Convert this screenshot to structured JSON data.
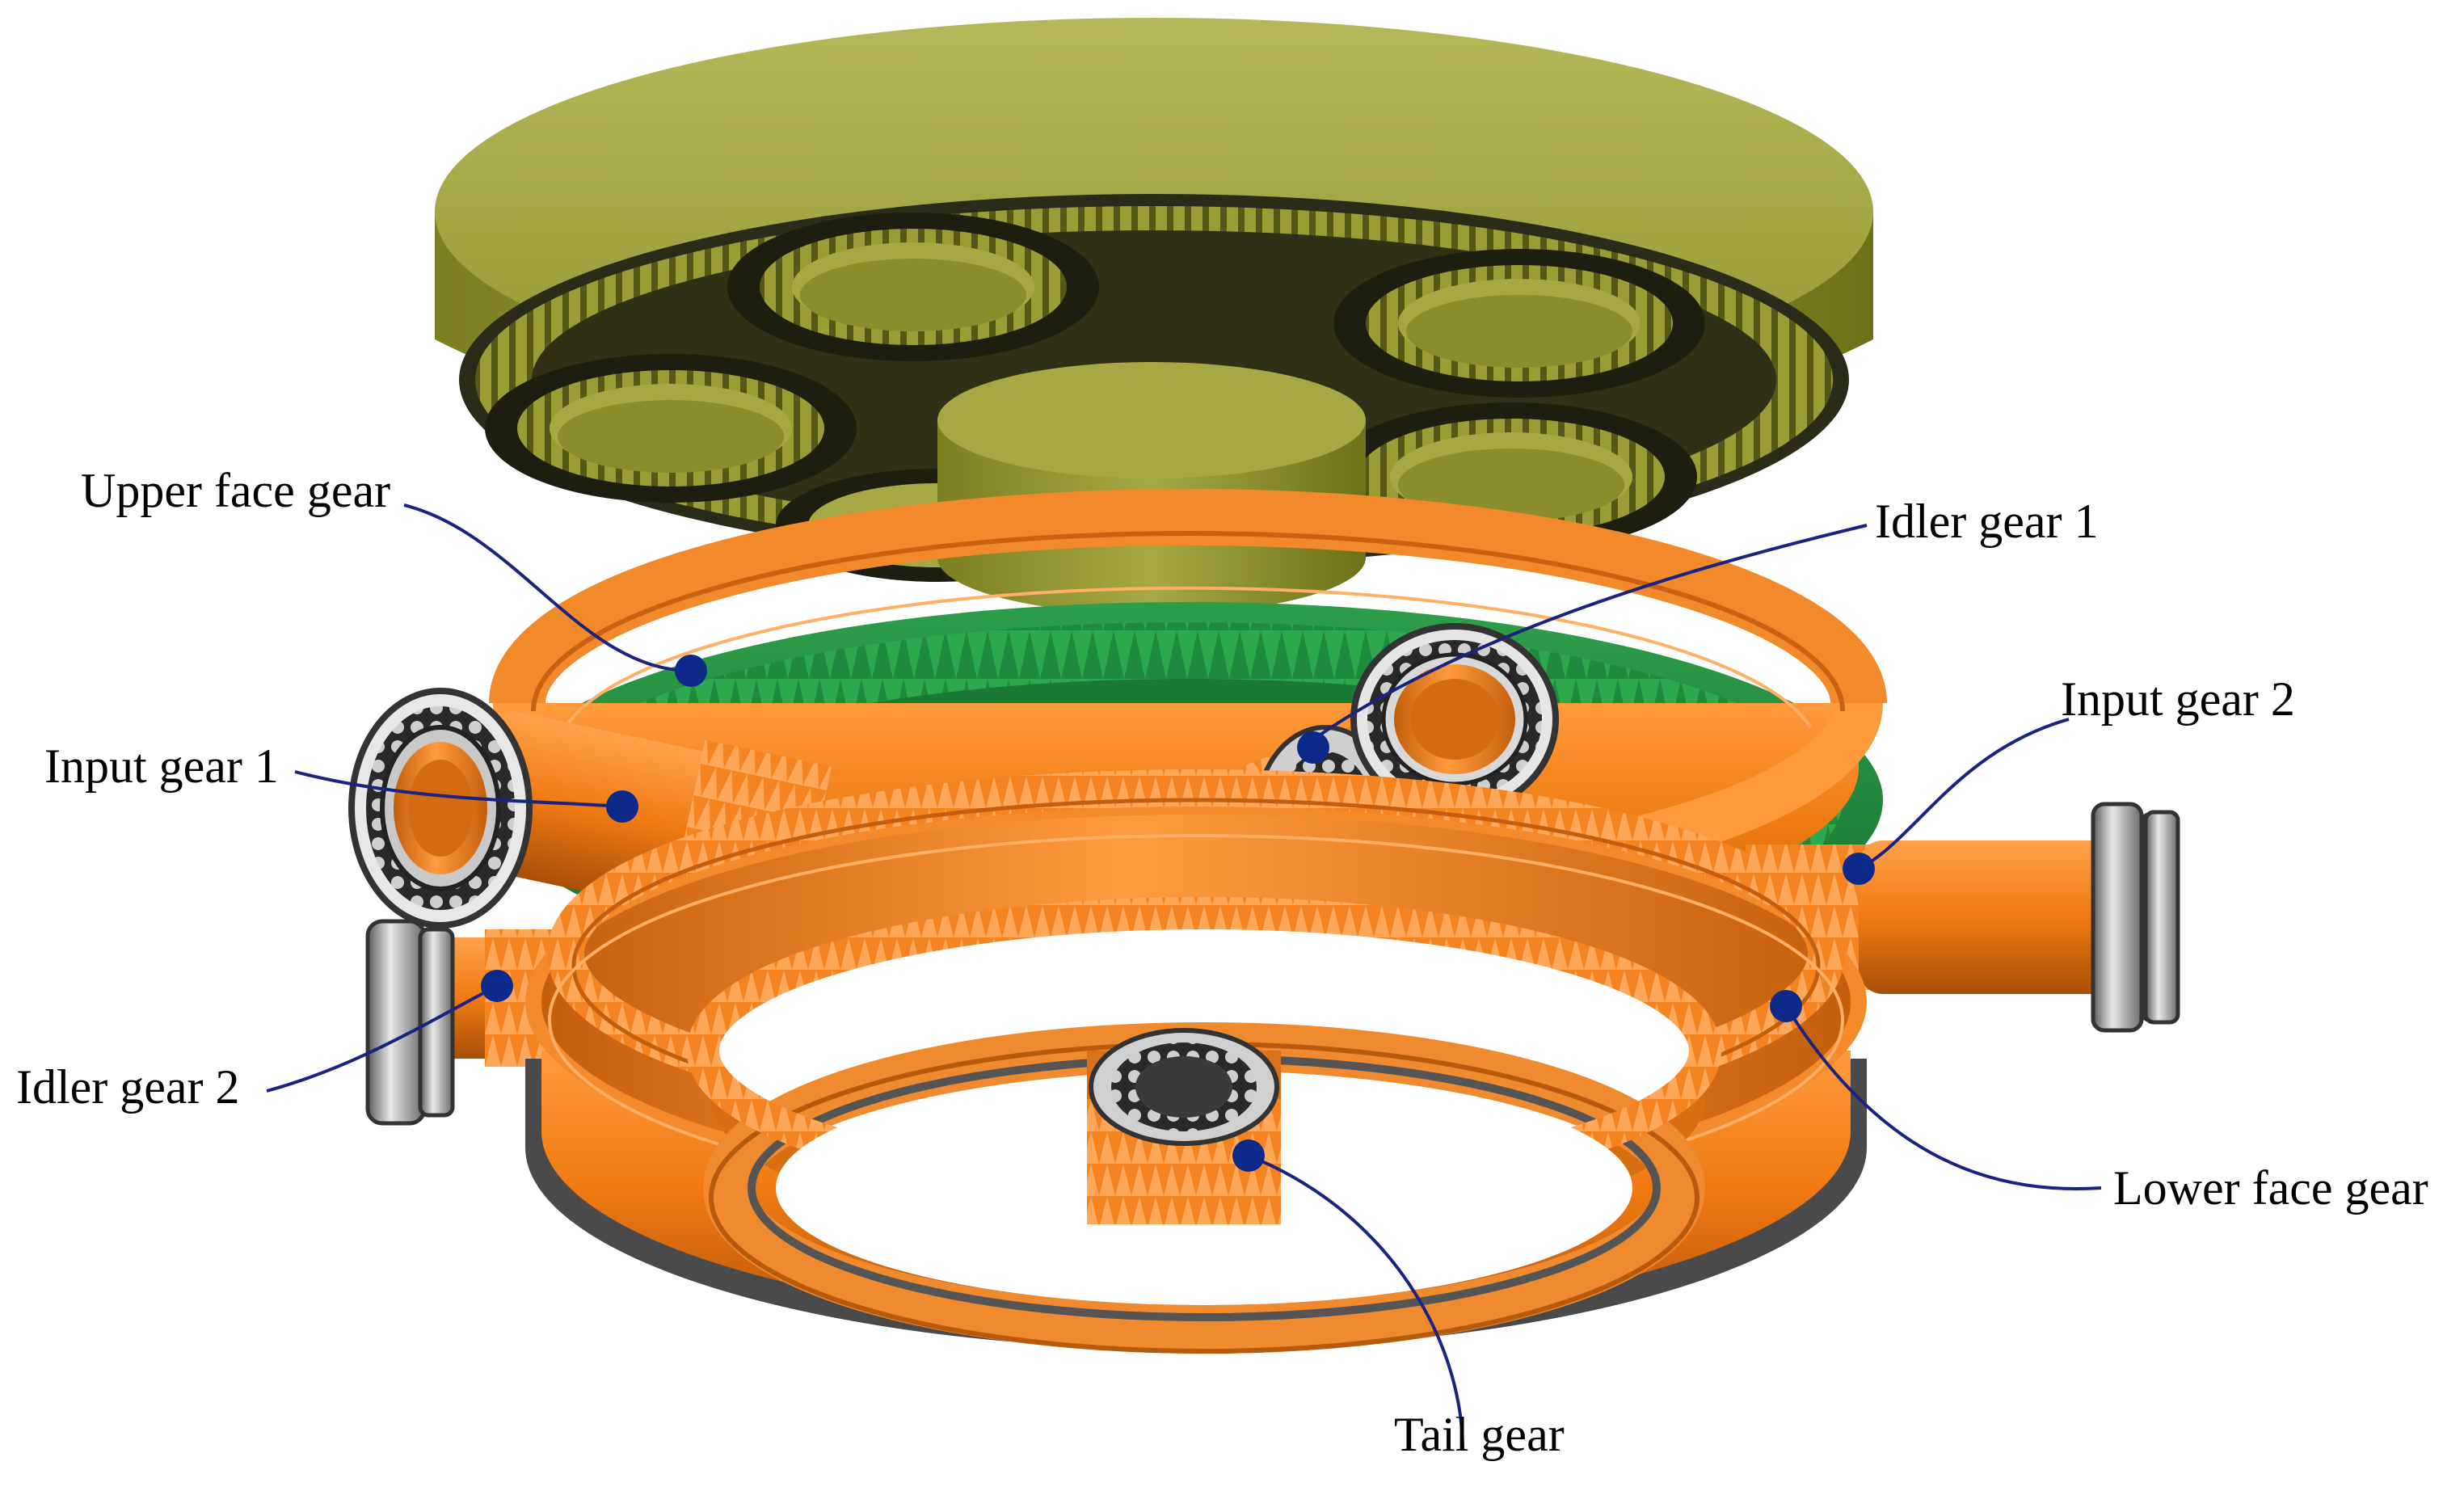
{
  "labels": {
    "upper_face_gear": "Upper face gear",
    "idler_gear_1": "Idler gear 1",
    "input_gear_1": "Input gear 1",
    "input_gear_2": "Input gear 2",
    "idler_gear_2": "Idler gear 2",
    "lower_face_gear": "Lower face gear",
    "tail_gear": "Tail gear"
  },
  "colors": {
    "upper_gear": "#9ea13a",
    "orange": "#f07a12",
    "green": "#1f8a3c",
    "leader": "#1a237e",
    "dot": "#0d2a8a"
  }
}
